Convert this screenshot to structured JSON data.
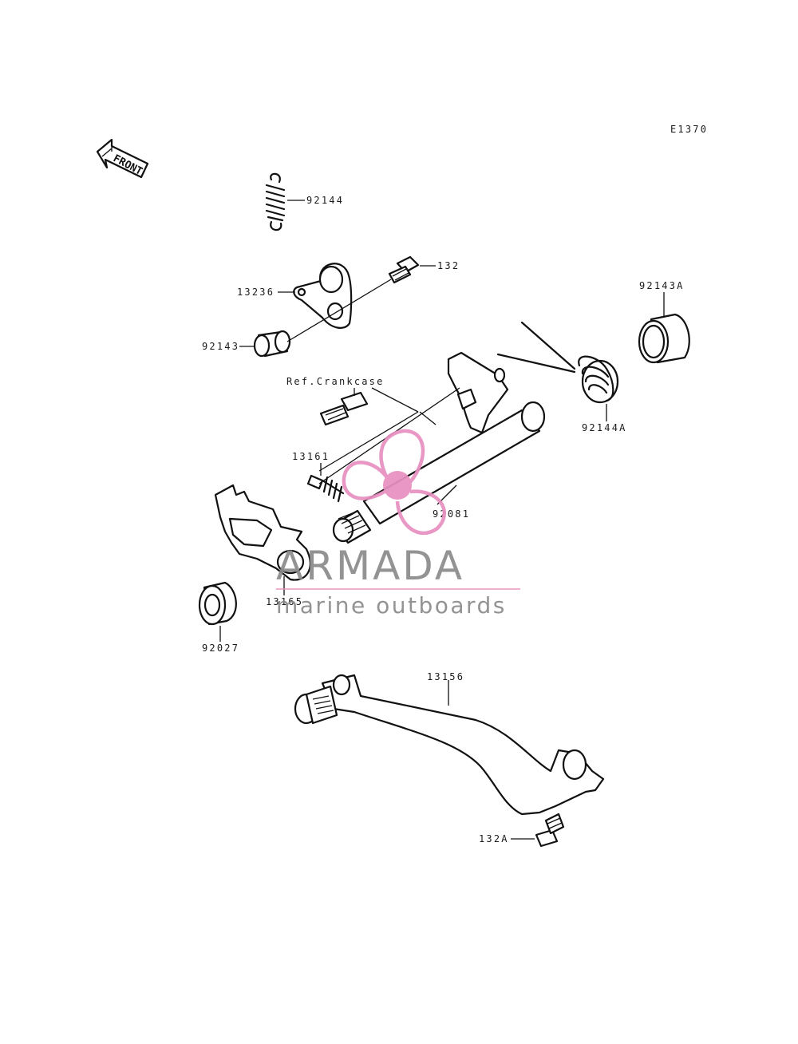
{
  "diagram": {
    "code": "E1370",
    "front_label": "FRONT",
    "reference_note": "Ref.Crankcase",
    "part_labels": [
      {
        "id": "spring-92144",
        "text": "92144"
      },
      {
        "id": "bolt-132",
        "text": "132"
      },
      {
        "id": "lever-13236",
        "text": "13236"
      },
      {
        "id": "collar-92143",
        "text": "92143"
      },
      {
        "id": "collar-92143a",
        "text": "92143A"
      },
      {
        "id": "spring-92144a",
        "text": "92144A"
      },
      {
        "id": "pin-92081",
        "text": "92081"
      },
      {
        "id": "shaft-13161",
        "text": "13161"
      },
      {
        "id": "plate-13165",
        "text": "13165"
      },
      {
        "id": "seal-92027",
        "text": "92027"
      },
      {
        "id": "pedal-13156",
        "text": "13156"
      },
      {
        "id": "bolt-132a",
        "text": "132A"
      }
    ]
  },
  "watermark": {
    "title": "ARMADA",
    "subtitle": "marine outboards",
    "accent_color": "#e88fc0",
    "text_color": "#8a8a8a"
  }
}
